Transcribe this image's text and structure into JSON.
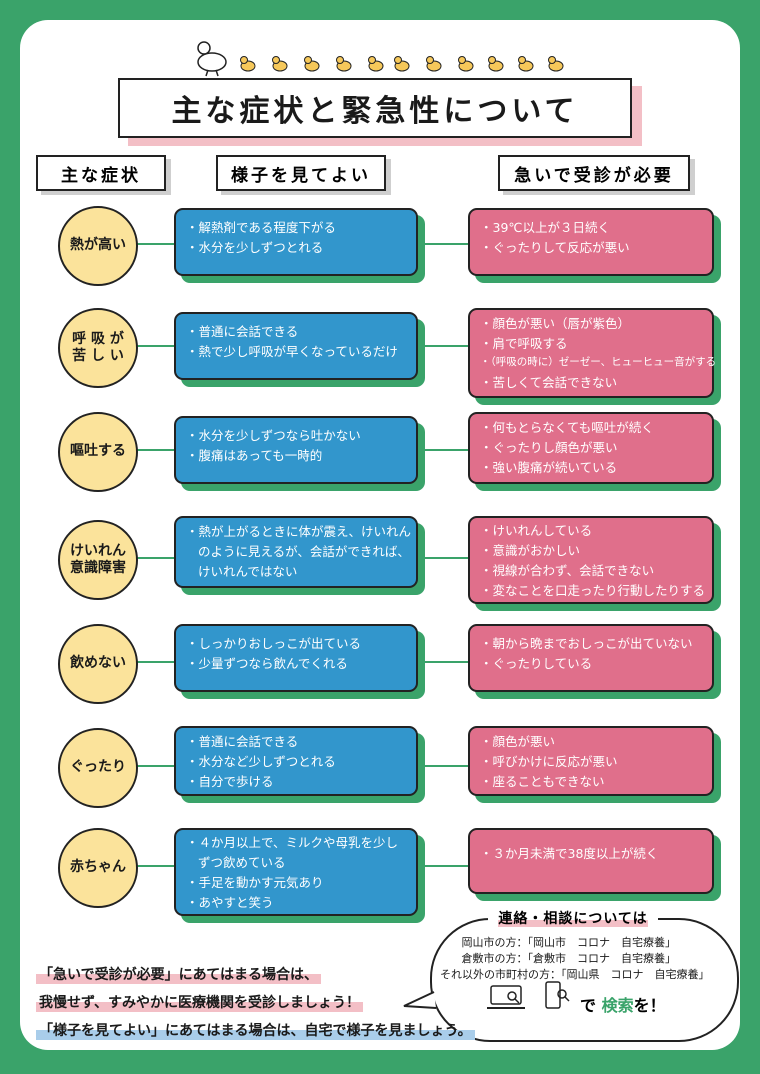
{
  "title": "主な症状と緊急性について",
  "headers": {
    "symptom": "主な症状",
    "watch": "様子を見てよい",
    "urgent": "急いで受診が必要"
  },
  "rows": [
    {
      "symptom": "熱が高い",
      "watch": [
        "・解熱剤である程度下がる",
        "・水分を少しずつとれる"
      ],
      "urgent": [
        "・39℃以上が３日続く",
        "・ぐったりして反応が悪い"
      ]
    },
    {
      "symptom_l1": "呼 吸 が",
      "symptom_l2": "苦 し い",
      "watch": [
        "・普通に会話できる",
        "・熱で少し呼吸が早くなっているだけ"
      ],
      "urgent": [
        "・顔色が悪い（唇が紫色）",
        "・肩で呼吸する",
        "・（呼吸の時に）ゼーゼー、ヒューヒュー音がする",
        "・苦しくて会話できない"
      ]
    },
    {
      "symptom": "嘔吐する",
      "watch": [
        "・水分を少しずつなら吐かない",
        "・腹痛はあっても一時的"
      ],
      "urgent": [
        "・何もとらなくても嘔吐が続く",
        "・ぐったりし顔色が悪い",
        "・強い腹痛が続いている"
      ]
    },
    {
      "symptom_l1": "けいれん",
      "symptom_l2": "意識障害",
      "watch": [
        "・熱が上がるときに体が震え、けいれん",
        "のように見えるが、会話ができれば、",
        "けいれんではない"
      ],
      "urgent": [
        "・けいれんしている",
        "・意識がおかしい",
        "・視線が合わず、会話できない",
        "・変なことを口走ったり行動したりする"
      ]
    },
    {
      "symptom": "飲めない",
      "watch": [
        "・しっかりおしっこが出ている",
        "・少量ずつなら飲んでくれる"
      ],
      "urgent": [
        "・朝から晩までおしっこが出ていない",
        "・ぐったりしている"
      ]
    },
    {
      "symptom": "ぐったり",
      "watch": [
        "・普通に会話できる",
        "・水分など少しずつとれる",
        "・自分で歩ける"
      ],
      "urgent": [
        "・顔色が悪い",
        "・呼びかけに反応が悪い",
        "・座ることもできない"
      ]
    },
    {
      "symptom": "赤ちゃん",
      "watch": [
        "・４か月以上で、ミルクや母乳を少し",
        "ずつ飲めている",
        "・手足を動かす元気あり",
        "・あやすと笑う"
      ],
      "urgent": [
        "・３か月未満で38度以上が続く"
      ]
    }
  ],
  "contact": {
    "title": "連絡・相談については",
    "lines": [
      "岡山市の方：「岡山市　コロナ　自宅療養」",
      "倉敷市の方：「倉敷市　コロナ　自宅療養」",
      "それ以外の市町村の方：「岡山県　コロナ　自宅療養」"
    ],
    "search_prefix": "で",
    "search_word": "検索",
    "search_suffix": "を！"
  },
  "footer": {
    "line1": "「急いで受診が必要」にあてはまる場合は、",
    "line2": "我慢せず、すみやかに医療機関を受診しましょう！",
    "line3": "「様子を見てよい」にあてはまる場合は、自宅で様子を見ましょう。"
  },
  "colors": {
    "frame_green": "#3aa36a",
    "watch_blue": "#3296cc",
    "urgent_pink": "#e06f8b",
    "symptom_yellow": "#fbe39b",
    "highlight_pink": "#f3bfc6",
    "highlight_blue": "#a9cdea"
  }
}
